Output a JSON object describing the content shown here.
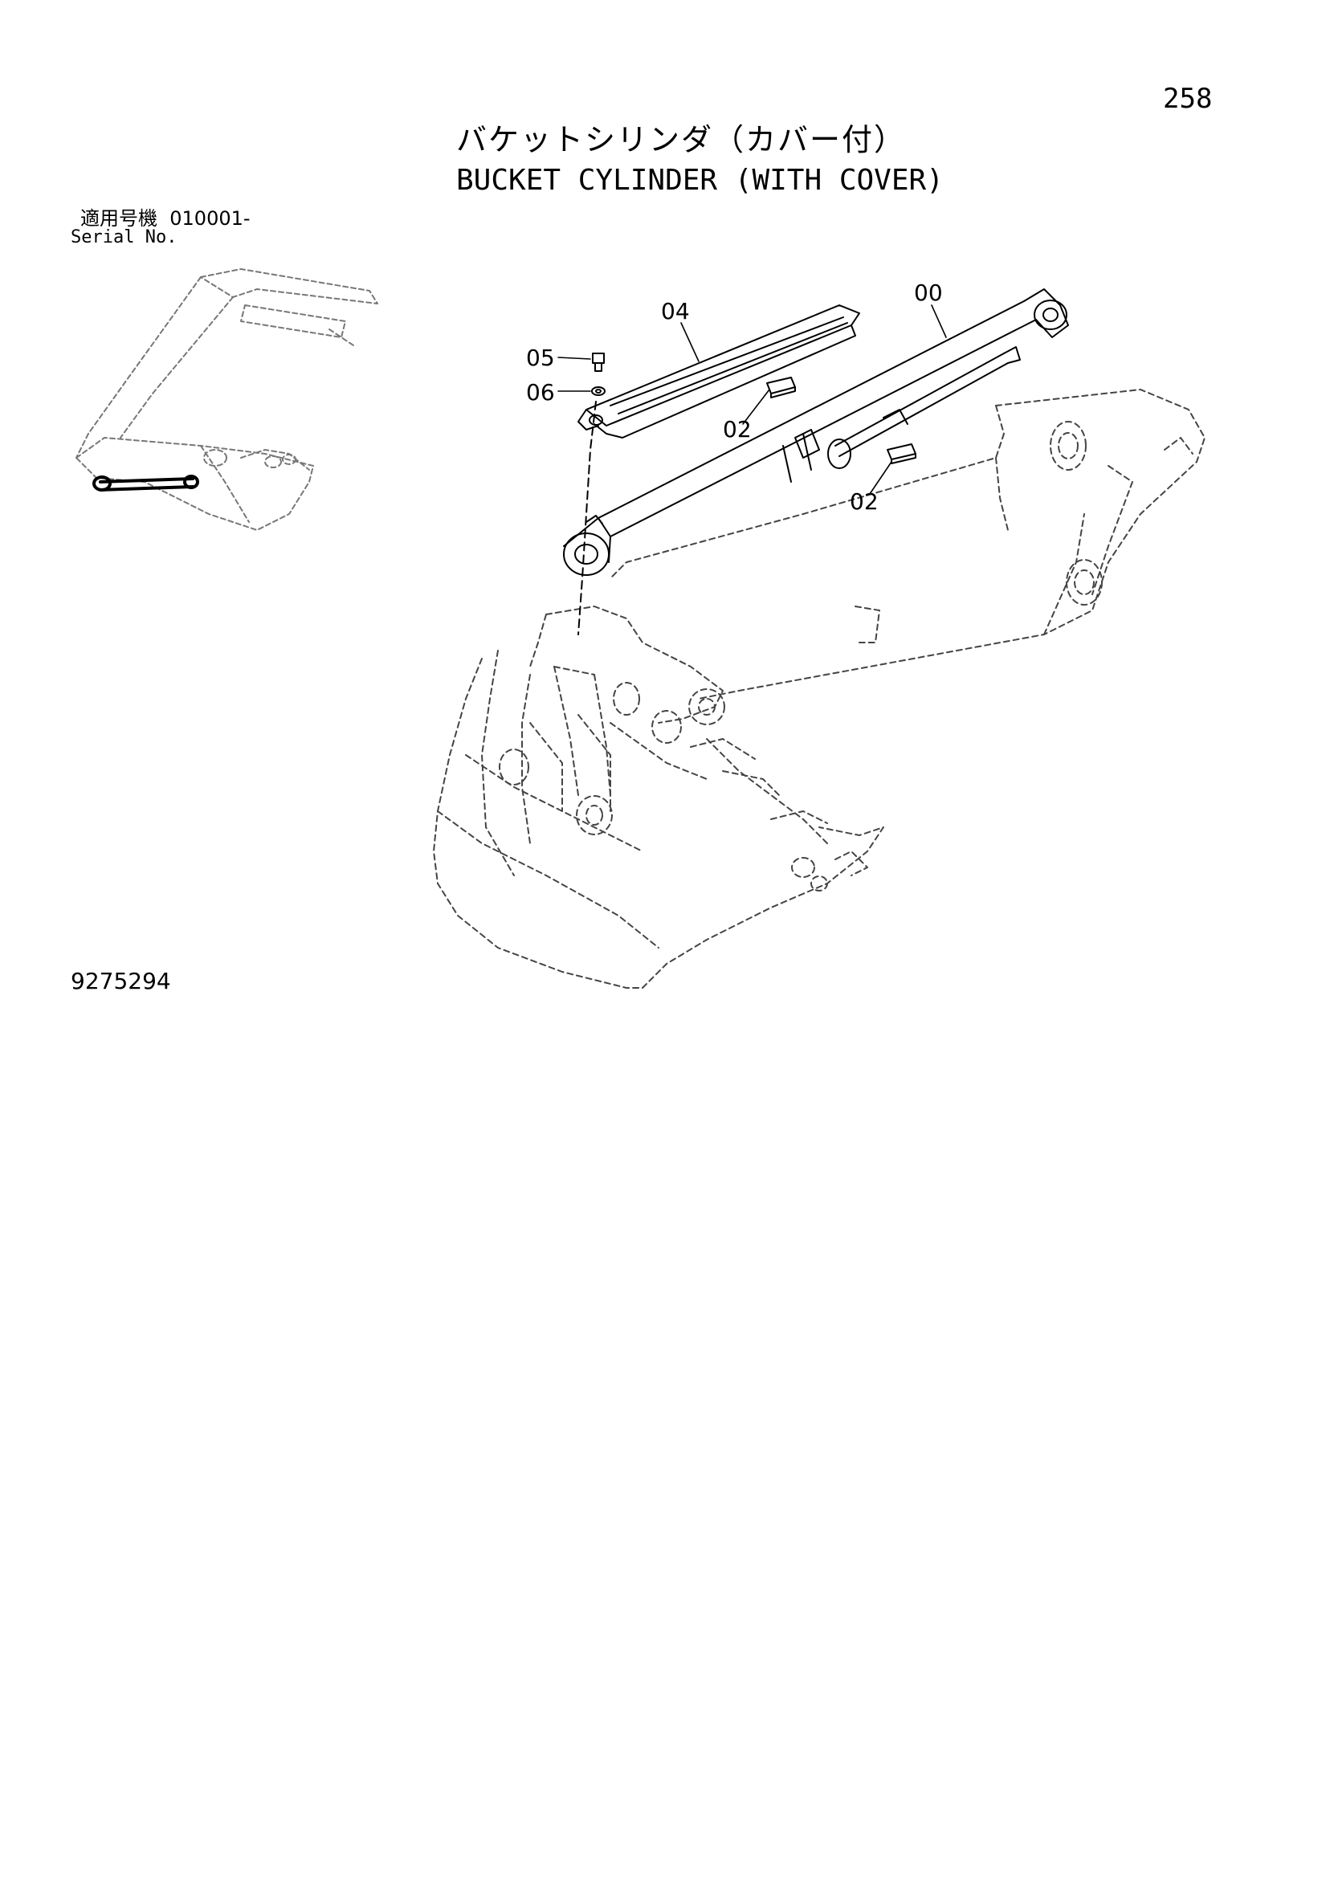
{
  "header": {
    "page_number": "258",
    "title_jp": "バケットシリンダ（カバー付）",
    "title_en": "BUCKET CYLINDER (WITH COVER)"
  },
  "serial": {
    "label_jp": "適用号機",
    "range": "010001-",
    "label_en": "Serial No."
  },
  "callouts": {
    "c00": "00",
    "c04": "04",
    "c05": "05",
    "c06": "06",
    "c02a": "02",
    "c02b": "02"
  },
  "footer": {
    "drawing_number": "9275294"
  }
}
